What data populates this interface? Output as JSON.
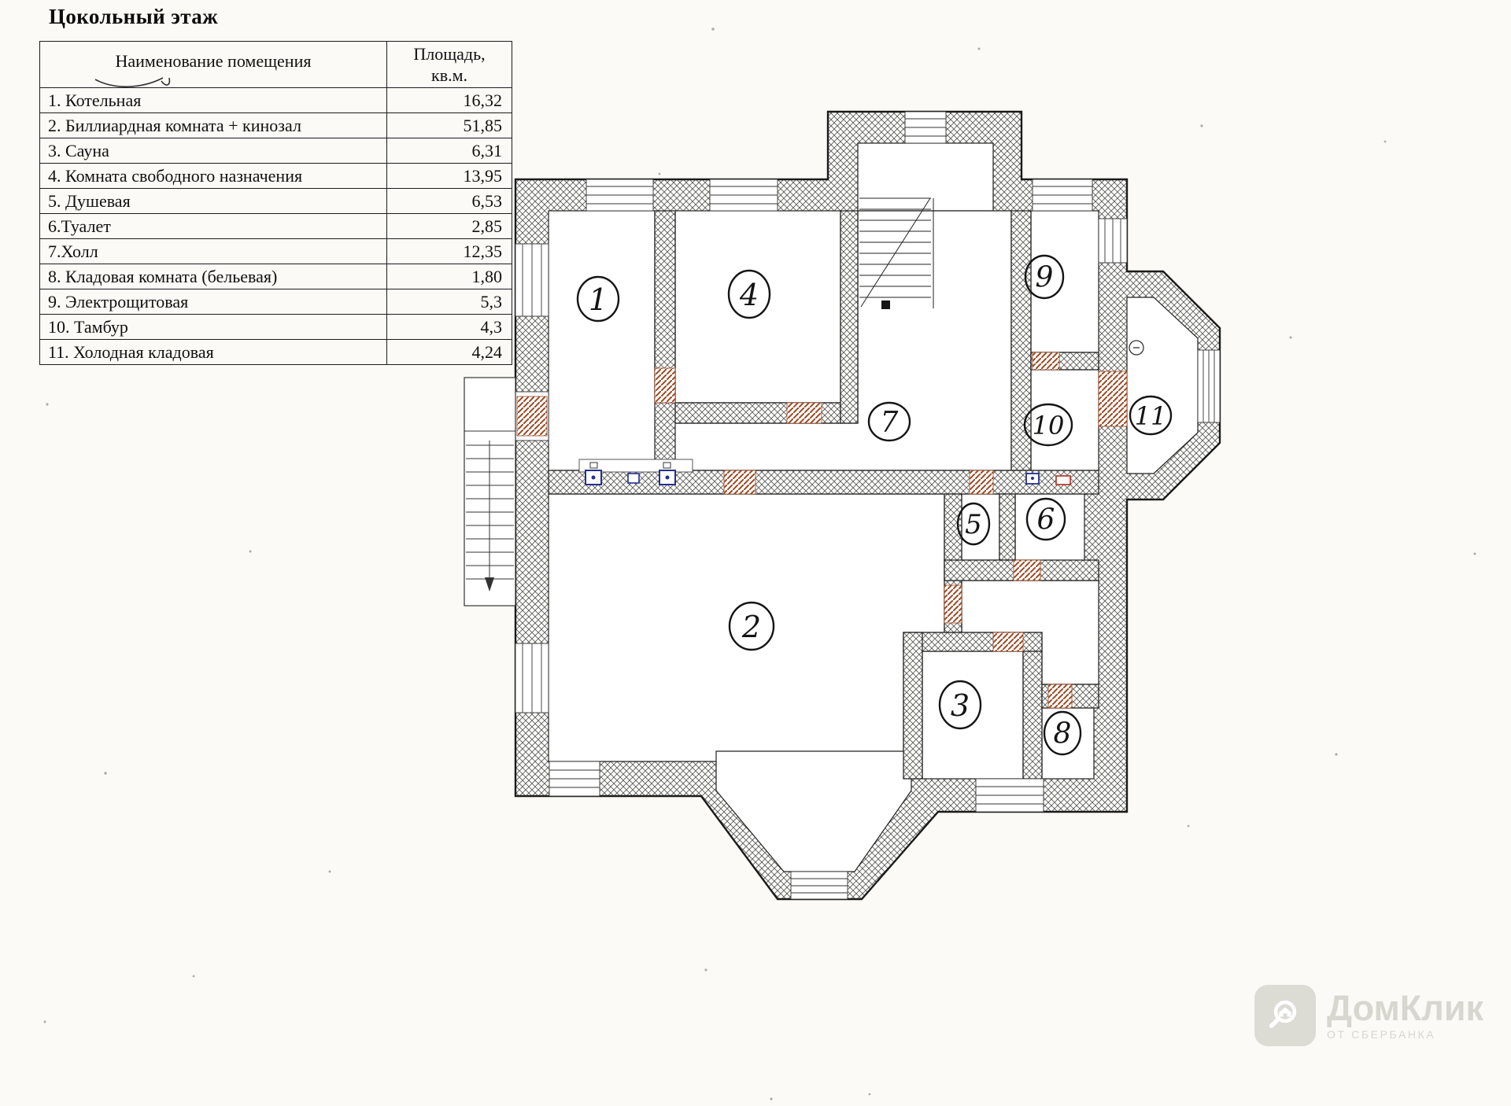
{
  "page": {
    "title": "Цокольный этаж"
  },
  "table": {
    "headers": {
      "name": "Наименование помещения",
      "area_line1": "Площадь,",
      "area_line2": "кв.м."
    },
    "rows": [
      {
        "name": "1. Котельная",
        "area": "16,32"
      },
      {
        "name": "2. Биллиардная комната + кинозал",
        "area": "51,85"
      },
      {
        "name": "3. Сауна",
        "area": "6,31"
      },
      {
        "name": "4. Комната свободного назначения",
        "area": "13,95"
      },
      {
        "name": "5. Душевая",
        "area": "6,53"
      },
      {
        "name": "6.Туалет",
        "area": "2,85"
      },
      {
        "name": "7.Холл",
        "area": "12,35"
      },
      {
        "name": "8. Кладовая комната (бельевая)",
        "area": "1,80"
      },
      {
        "name": "9. Электрощитовая",
        "area": "5,3"
      },
      {
        "name": "10. Тамбур",
        "area": "4,3"
      },
      {
        "name": "11. Холодная кладовая",
        "area": "4,24"
      }
    ]
  },
  "plan": {
    "room_labels": [
      "1",
      "2",
      "3",
      "4",
      "5",
      "6",
      "7",
      "8",
      "9",
      "10",
      "11"
    ]
  },
  "watermark": {
    "brand": "ДомКлик",
    "sub": "ОТ СБЕРБАНКА"
  },
  "colors": {
    "wall_line": "#1b1b1b",
    "door_hatch": "#9a4a24",
    "fixture_blue": "#24308f"
  }
}
